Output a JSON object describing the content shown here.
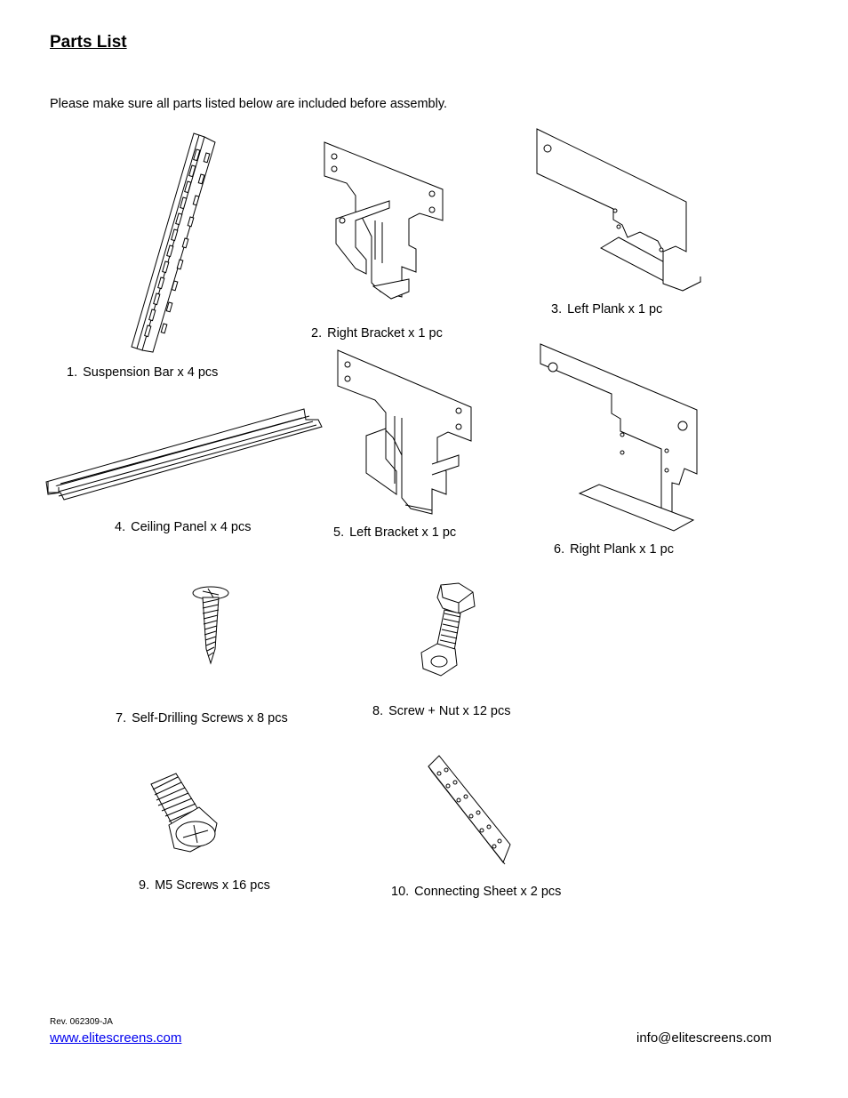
{
  "page": {
    "title": "Parts List",
    "intro": "Please make sure all parts listed below are included before assembly."
  },
  "parts": [
    {
      "num": "1.",
      "label": "Suspension Bar  x 4 pcs",
      "icon": "suspension-bar-icon"
    },
    {
      "num": "2.",
      "label": "Right Bracket  x 1 pc",
      "icon": "right-bracket-icon"
    },
    {
      "num": "3.",
      "label": "Left Plank  x 1 pc",
      "icon": "left-plank-icon"
    },
    {
      "num": "4.",
      "label": "Ceiling Panel  x  4 pcs",
      "icon": "ceiling-panel-icon"
    },
    {
      "num": "5.",
      "label": "Left Bracket  x 1 pc",
      "icon": "left-bracket-icon"
    },
    {
      "num": "6.",
      "label": "Right Plank  x 1 pc",
      "icon": "right-plank-icon"
    },
    {
      "num": "7.",
      "label": "Self-Drilling Screws  x 8 pcs",
      "icon": "self-drilling-screw-icon"
    },
    {
      "num": "8.",
      "label": "Screw + Nut  x 12 pcs",
      "icon": "screw-nut-icon"
    },
    {
      "num": "9.",
      "label": "M5 Screws  x 16 pcs",
      "icon": "m5-screw-icon"
    },
    {
      "num": "10.",
      "label": "Connecting Sheet  x 2 pcs",
      "icon": "connecting-sheet-icon"
    }
  ],
  "footer": {
    "revision": "Rev. 062309-JA",
    "website": "www.elitescreens.com",
    "email": "info@elitescreens.com"
  }
}
